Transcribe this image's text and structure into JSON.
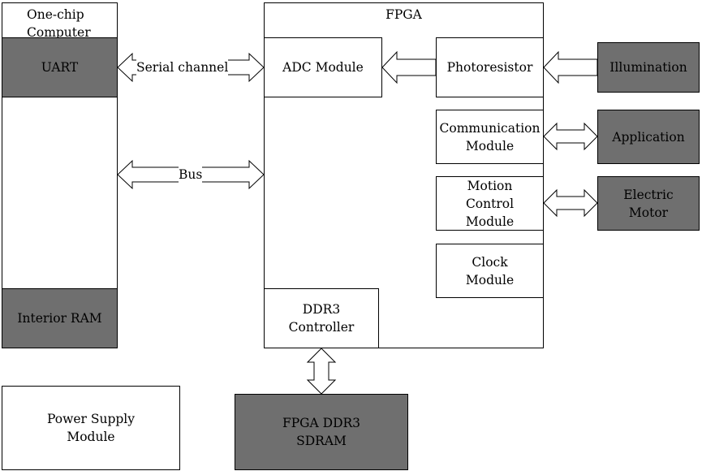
{
  "one_chip": {
    "title": "One-chip\nComputer",
    "uart": "UART",
    "interior_ram": "Interior RAM"
  },
  "fpga": {
    "title": "FPGA",
    "adc": "ADC Module",
    "photoresistor": "Photoresistor",
    "communication": "Communication\nModule",
    "motion_control": "Motion\nControl\nModule",
    "clock": "Clock\nModule",
    "ddr3_controller": "DDR3\nController"
  },
  "external": {
    "illumination": "Illumination",
    "application": "Application",
    "electric_motor": "Electric\nMotor",
    "ddr3_sdram": "FPGA DDR3\nSDRAM",
    "power_supply": "Power Supply\nModule"
  },
  "links": {
    "serial_channel": "Serial channel",
    "bus": "Bus"
  },
  "colors": {
    "dark_fill": "#6f6f6f",
    "light_fill": "#ffffff",
    "stroke": "#000000"
  }
}
